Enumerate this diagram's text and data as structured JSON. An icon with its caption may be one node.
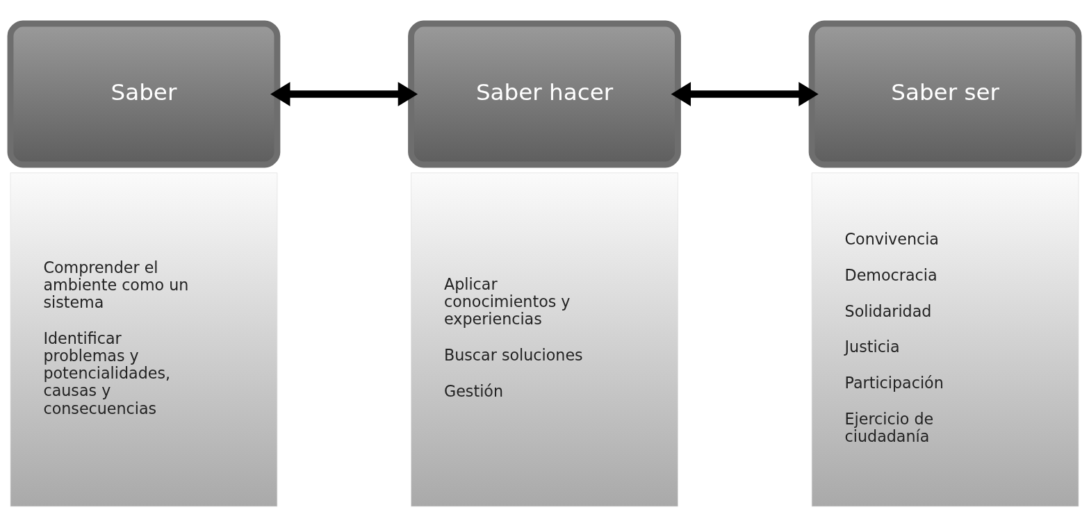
{
  "diagram": {
    "nodes": [
      {
        "text": [
          "Saber"
        ]
      },
      {
        "text": [
          "Saber hacer"
        ]
      },
      {
        "text": [
          "Saber ser"
        ]
      },
      {
        "text": [
          "Comprender el ambiente como un sistema",
          "Identificar problemas y potencialidades, causas y consecuencias"
        ]
      },
      {
        "text": [
          "Aplicar conocimientos y experiencias",
          "Buscar soluciones",
          "Gestión"
        ]
      },
      {
        "text": [
          "Convivencia",
          "Democracia",
          "Solidaridad",
          "Justicia",
          "Participación",
          "Ejercicio de ciudadanía"
        ]
      }
    ],
    "edges": [
      {
        "from": 0,
        "to": 1,
        "arrow": "both"
      },
      {
        "from": 1,
        "to": 2,
        "arrow": "both"
      }
    ]
  }
}
